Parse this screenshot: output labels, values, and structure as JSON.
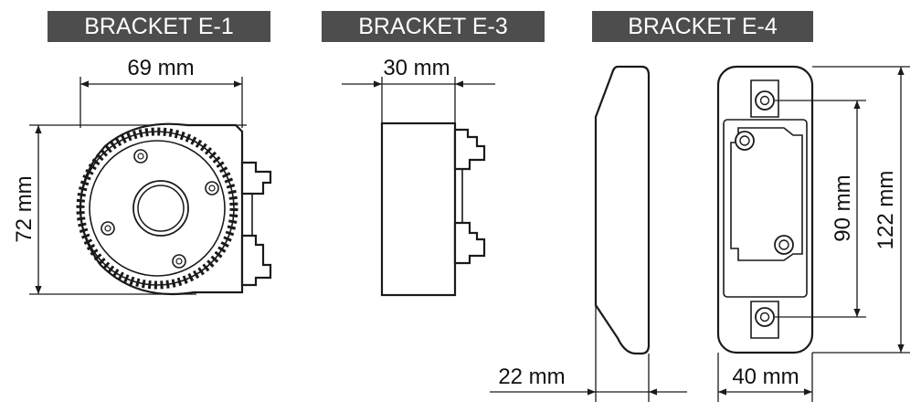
{
  "titles": {
    "e1": "BRACKET E-1",
    "e3": "BRACKET E-3",
    "e4": "BRACKET E-4"
  },
  "dimensions": {
    "e1_width": "69 mm",
    "e1_height": "72 mm",
    "e3_depth": "30 mm",
    "e4_depth": "22 mm",
    "e4_width": "40 mm",
    "e4_hole_spacing": "90 mm",
    "e4_height": "122 mm"
  },
  "colors": {
    "title_background": "#4d4d4d",
    "title_text": "#ffffff",
    "line": "#1a1a1a"
  }
}
